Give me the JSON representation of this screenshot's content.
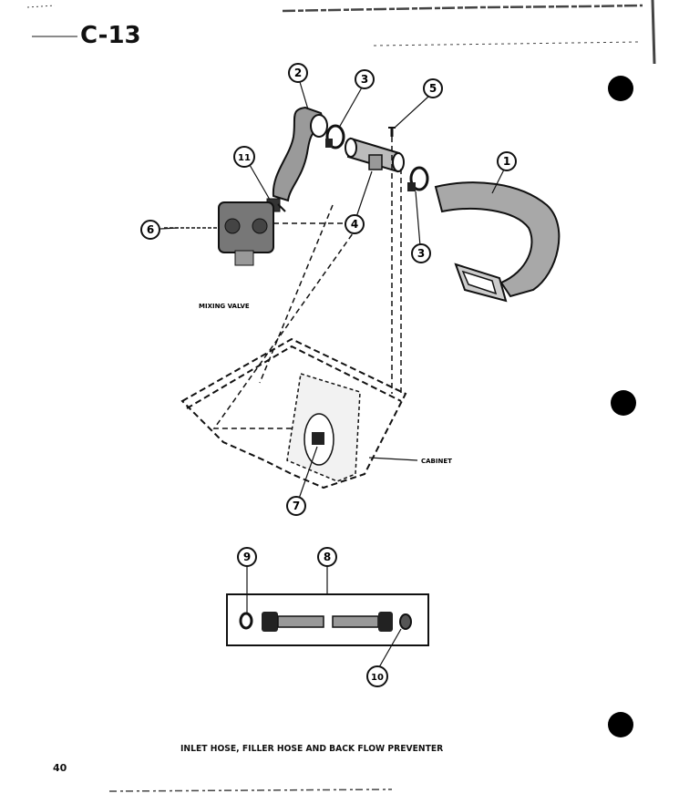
{
  "header": {
    "section_code": "C-13"
  },
  "labels": {
    "mixing_valve": "MIXING VALVE",
    "cabinet": "CABINET"
  },
  "callouts": [
    {
      "id": "c1",
      "number": "1"
    },
    {
      "id": "c2",
      "number": "2"
    },
    {
      "id": "c3a",
      "number": "3"
    },
    {
      "id": "c3b",
      "number": "3"
    },
    {
      "id": "c4",
      "number": "4"
    },
    {
      "id": "c5",
      "number": "5"
    },
    {
      "id": "c6",
      "number": "6"
    },
    {
      "id": "c7",
      "number": "7"
    },
    {
      "id": "c8",
      "number": "8"
    },
    {
      "id": "c9",
      "number": "9"
    },
    {
      "id": "c10",
      "number": "10"
    },
    {
      "id": "c11",
      "number": "11"
    }
  ],
  "footer": {
    "caption": "INLET HOSE, FILLER HOSE AND BACK FLOW PREVENTER",
    "page_number": "40"
  }
}
